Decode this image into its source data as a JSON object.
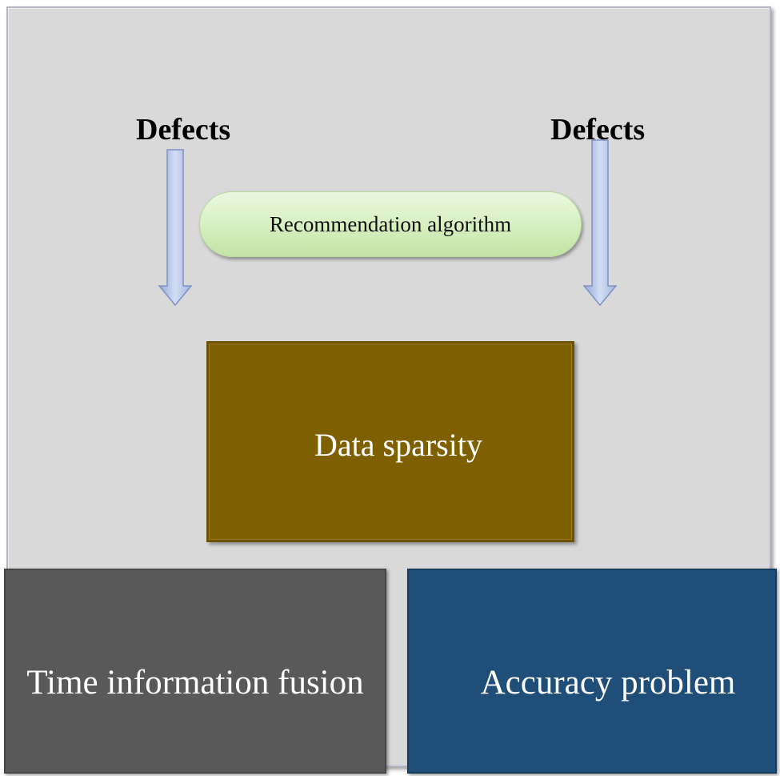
{
  "diagram": {
    "labels": {
      "defects_left": "Defects",
      "defects_right": "Defects"
    },
    "center_pill": {
      "text": "Recommendation algorithm"
    },
    "boxes": {
      "data_sparsity": "Data sparsity",
      "time_information_fusion": "Time information fusion",
      "accuracy_problem": "Accuracy problem"
    },
    "colors": {
      "background": "#d9d9d9",
      "pill_fill": "#d5efbf",
      "arrow_fill": "#b7c7ea",
      "data_sparsity_fill": "#7f6000",
      "time_fusion_fill": "#595959",
      "accuracy_fill": "#1f4e79"
    }
  }
}
